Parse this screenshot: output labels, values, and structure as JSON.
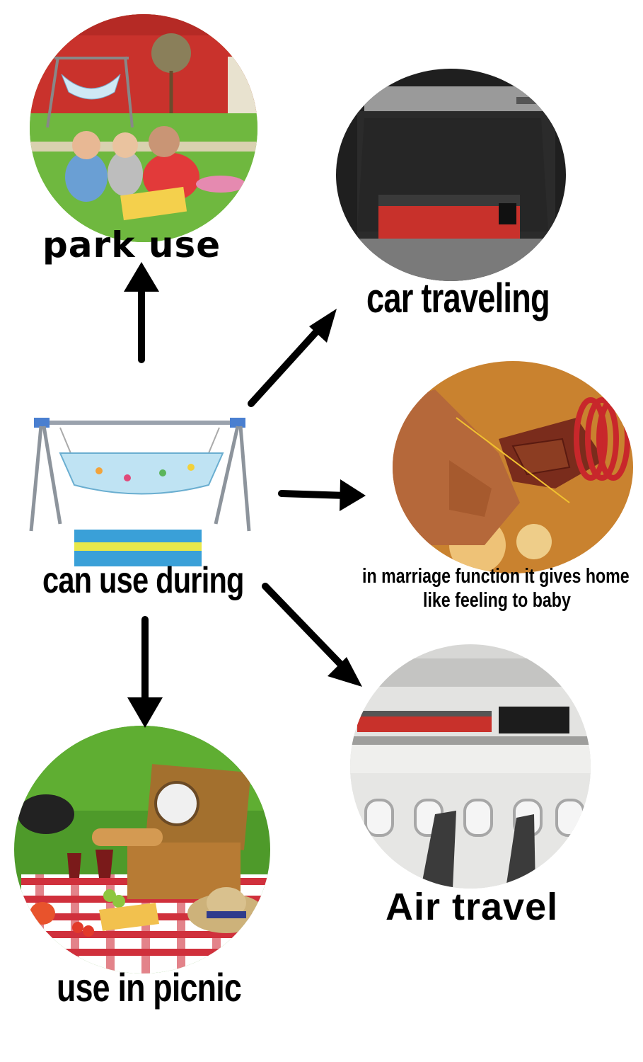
{
  "labels": {
    "park": "park use",
    "car": "car traveling",
    "center": "can use during",
    "marriage_line1": "in marriage function it gives home",
    "marriage_line2": "like feeling to baby",
    "air": "Air travel",
    "picnic": "use in picnic"
  },
  "images": {
    "park": "park-scene-photo",
    "car": "car-trunk-photo",
    "cradle": "baby-cradle-product-photo",
    "marriage": "wedding-hands-photo",
    "air": "airplane-cabin-photo",
    "picnic": "picnic-basket-photo"
  },
  "colors": {
    "text": "#000000",
    "arrow": "#000000",
    "background": "#ffffff"
  }
}
